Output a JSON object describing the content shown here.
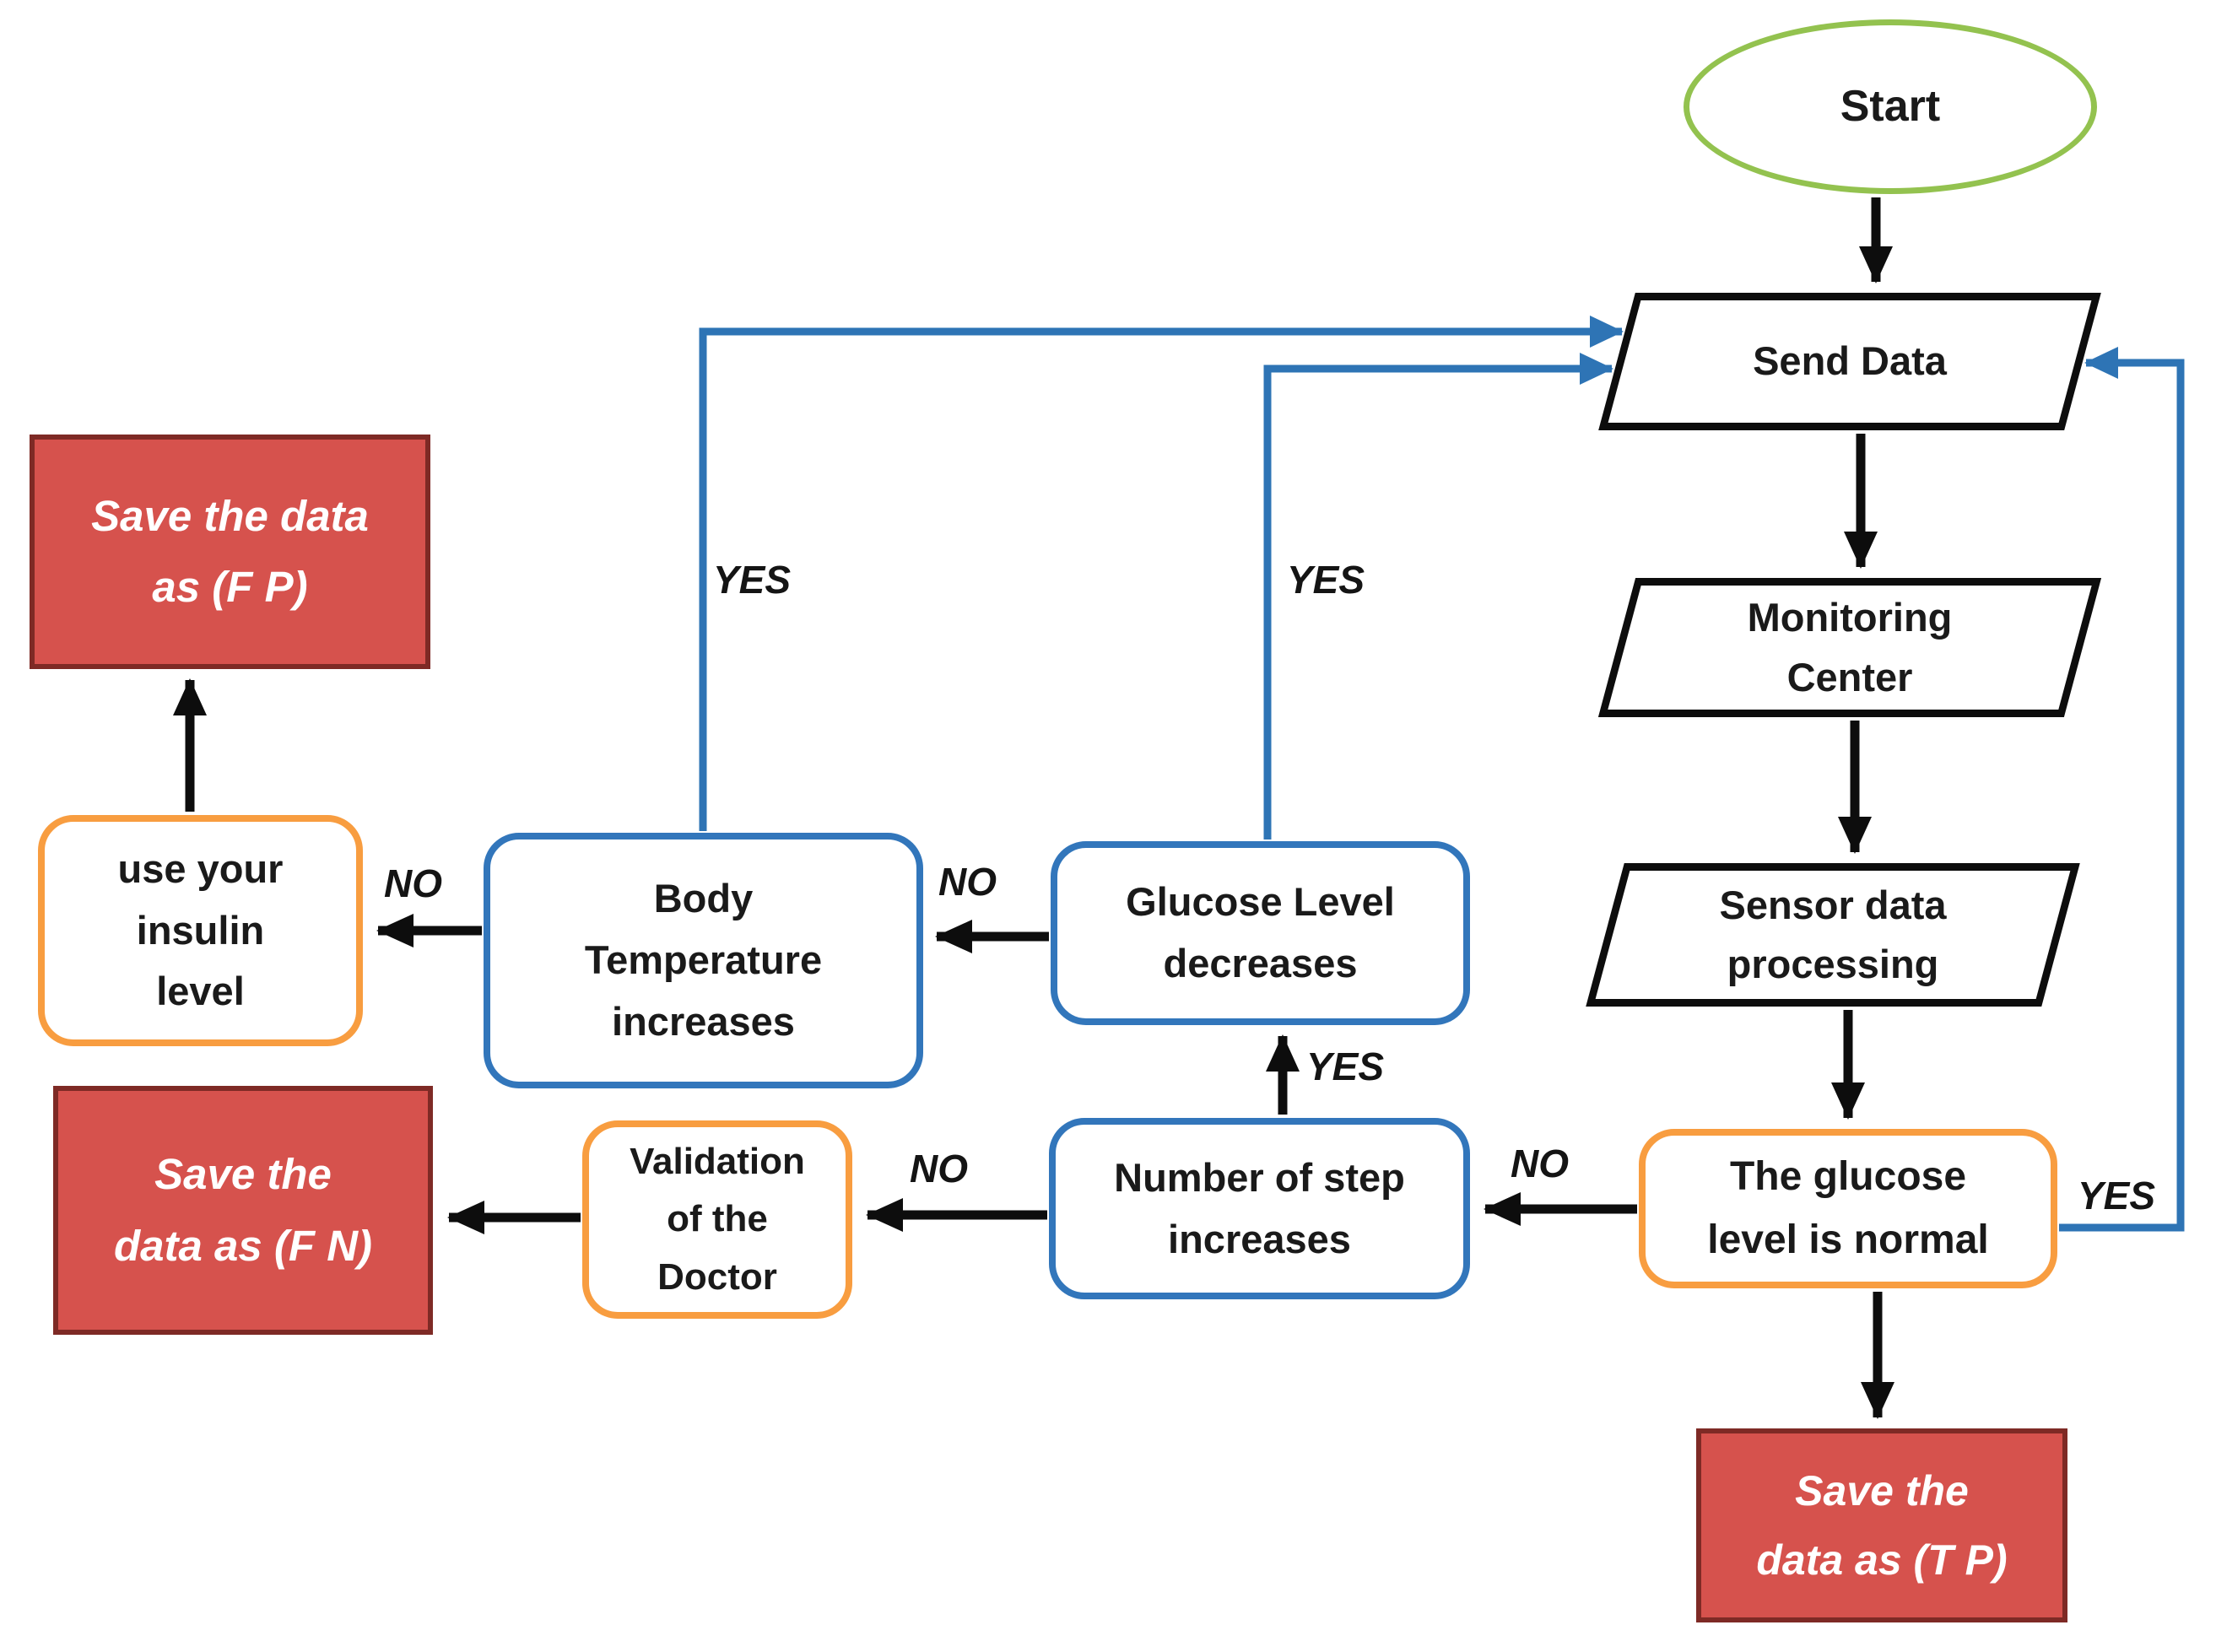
{
  "nodes": {
    "start": {
      "label": "Start",
      "shape": "ellipse"
    },
    "send_data": {
      "label": "Send Data",
      "shape": "parallelogram"
    },
    "monitoring": {
      "label": [
        "Monitoring",
        "Center"
      ],
      "shape": "parallelogram"
    },
    "sensor": {
      "label": [
        "Sensor data",
        "processing"
      ],
      "shape": "parallelogram"
    },
    "glucose_normal": {
      "label": [
        "The glucose",
        "level is normal"
      ],
      "shape": "rounded"
    },
    "save_tp": {
      "label": [
        "Save the",
        "data as (T P)"
      ],
      "shape": "rect"
    },
    "save_fp": {
      "label": [
        "Save the data",
        "as (F P)"
      ],
      "shape": "rect"
    },
    "save_fn": {
      "label": [
        "Save the",
        "data as (F N)"
      ],
      "shape": "rect"
    },
    "use_insulin": {
      "label": [
        "use your",
        "insulin",
        "level"
      ],
      "shape": "rounded"
    },
    "body_temp": {
      "label": [
        "Body",
        "Temperature",
        "increases"
      ],
      "shape": "rounded"
    },
    "glucose_decreases": {
      "label": [
        "Glucose Level",
        "decreases"
      ],
      "shape": "rounded"
    },
    "number_step": {
      "label": [
        "Number of step",
        "increases"
      ],
      "shape": "rounded"
    },
    "validation": {
      "label": [
        "Validation",
        "of the",
        "Doctor"
      ],
      "shape": "rounded"
    }
  },
  "edge_labels": {
    "yes_body_temp_to_send": "YES",
    "yes_glucose_dec_to_send": "YES",
    "yes_step_to_glucose_dec": "YES",
    "yes_normal_to_send": "YES",
    "no_glucose_dec_to_body_temp": "NO",
    "no_body_temp_to_insulin": "NO",
    "no_normal_to_step": "NO",
    "no_step_to_validation": "NO"
  },
  "colors": {
    "ellipse_border": "#93c24f",
    "blue_border": "#3276bb",
    "orange_border": "#f89d40",
    "red_fill": "#d6524d",
    "red_border": "#7e2a25",
    "black_line": "#0d0d0d",
    "blue_line": "#2e74b5",
    "text": "#1a1a1a",
    "red_text": "#ffffff"
  }
}
